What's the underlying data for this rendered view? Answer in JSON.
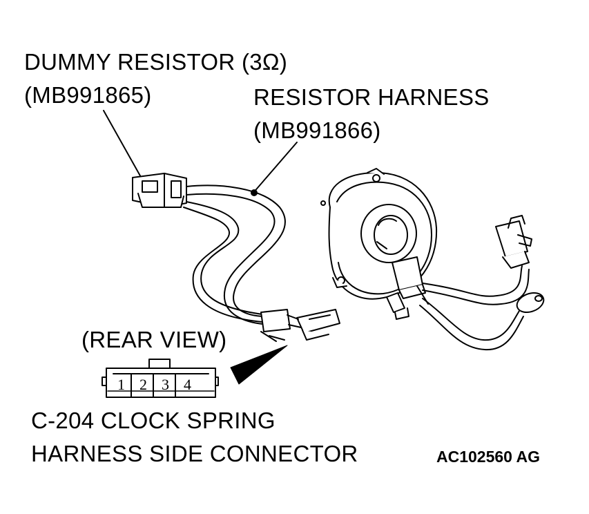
{
  "labels": {
    "dummy_resistor_line1": "DUMMY RESISTOR (3Ω)",
    "dummy_resistor_line2": "(MB991865)",
    "resistor_harness_line1": "RESISTOR HARNESS",
    "resistor_harness_line2": "(MB991866)",
    "rear_view": "(REAR VIEW)",
    "connector_line1": "C-204 CLOCK SPRING",
    "connector_line2": "HARNESS SIDE CONNECTOR",
    "figure_code": "AC102560 AG"
  },
  "connector_pins": [
    "1",
    "2",
    "3",
    "4"
  ]
}
